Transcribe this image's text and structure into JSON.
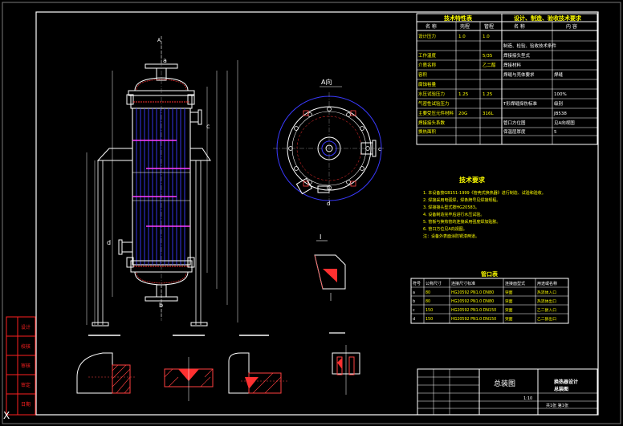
{
  "colors": {
    "background": "#000000",
    "frame": "#ffffff",
    "vessel": "#ffffff",
    "tubes": "#3a3aff",
    "dimension": "#c0c0c0",
    "hatch": "#ff4040",
    "weld": "#ff3030",
    "text_title": "#ffff00",
    "text_table": "#ffff00",
    "text_label": "#ffffff",
    "red_margin": "#ff2020",
    "magenta": "#ff00ff"
  },
  "drawing": {
    "nozzle_labels": {
      "a": "a",
      "b": "b",
      "c": "c",
      "d": "d"
    },
    "view_label": "A向",
    "view_arrow": "A",
    "detail_label": "I",
    "main_title": "总装图",
    "tech_req_title": "技术要求",
    "tech_table_title": "技术特性表",
    "design_standard_header": "设计、制造、验收技术要求",
    "nozzle_table_title": "管口表"
  },
  "tech_table": {
    "headers": [
      "名 称",
      "壳程",
      "管程",
      "名 称",
      "内 容"
    ],
    "rows": [
      [
        "设计压力",
        "1.0",
        "1.0",
        "",
        ""
      ],
      [
        "",
        "",
        "",
        "制造、检验、验收技术条件",
        ""
      ],
      [
        "工作温度",
        "",
        "5/35",
        "焊接接头型式",
        ""
      ],
      [
        "介质名称",
        "",
        "乙二醇",
        "焊接材料",
        ""
      ],
      [
        "容积",
        "",
        "",
        "焊缝与壳体要求",
        "焊缝"
      ],
      [
        "腐蚀裕量",
        "",
        "",
        "",
        ""
      ],
      [
        "水压试验压力",
        "1.25",
        "1.25",
        "",
        "100%"
      ],
      [
        "气密性试验压力",
        "",
        "",
        "T形焊缝探伤标准",
        "级别"
      ],
      [
        "主要受压元件材料",
        "20G",
        "316L",
        "",
        "JB538"
      ],
      [
        "焊接接头系数",
        "",
        "",
        "管口方位图",
        "见A向视图"
      ],
      [
        "换热面积",
        "",
        "",
        "保温层厚度",
        "5"
      ]
    ]
  },
  "tech_requirements": [
    "1. 本设备按GB151-1999《管壳式换热器》进行制造、试验和验收。",
    "2. 焊接采用电弧焊，焊条牌号见焊接规程。",
    "3. 焊接接头型式按HG20583。",
    "4. 设备制造完毕后进行水压试验。",
    "5. 管板与换热管的连接采用强度焊加贴胀。",
    "6. 管口方位见A向视图。",
    "注：设备外表面涂防锈漆两道。"
  ],
  "nozzle_table": {
    "headers": [
      "符号",
      "公称尺寸",
      "连接尺寸标准",
      "连接面型式",
      "用途或名称"
    ],
    "rows": [
      [
        "a",
        "80",
        "HG20592 PN1.0 DN80",
        "突面",
        "热流体入口"
      ],
      [
        "b",
        "80",
        "HG20592 PN1.0 DN80",
        "突面",
        "热流体出口"
      ],
      [
        "c",
        "150",
        "HG20592 PN1.0 DN150",
        "突面",
        "乙二醇入口"
      ],
      [
        "d",
        "150",
        "HG20592 PN1.0 DN150",
        "突面",
        "乙二醇出口"
      ]
    ]
  },
  "title_block": {
    "drawing_name": "总装图",
    "project_line1": "换热器设计",
    "project_line2": "总装图",
    "scale": "1:10",
    "sheet": "共1张 第1张"
  },
  "left_margin_labels": [
    "设计",
    "校核",
    "审核",
    "审定",
    "日期"
  ],
  "corner_marker": "X"
}
